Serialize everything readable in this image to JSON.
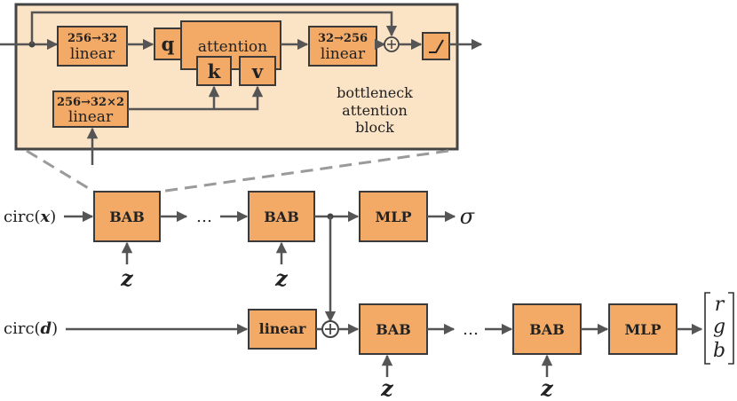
{
  "inset": {
    "linear_in_dims": "256→32",
    "linear_in_label": "linear",
    "q_label": "q",
    "attention_label": "attention",
    "k_label": "k",
    "v_label": "v",
    "linear_out_dims": "32→256",
    "linear_out_label": "linear",
    "linear_z_dims": "256→32×2",
    "linear_z_label": "linear",
    "caption_line1": "bottleneck",
    "caption_line2": "attention",
    "caption_line3": "block",
    "plus_symbol": "⊕"
  },
  "row1": {
    "input_prefix": "circ(",
    "input_var": "x",
    "input_suffix": ")",
    "bab1": "BAB",
    "dots": "…",
    "bab2": "BAB",
    "mlp": "MLP",
    "output": "σ",
    "z1": "z",
    "z2": "z"
  },
  "row2": {
    "input_prefix": "circ(",
    "input_var": "d",
    "input_suffix": ")",
    "linear": "linear",
    "plus_symbol": "⊕",
    "bab1": "BAB",
    "dots": "…",
    "bab2": "BAB",
    "mlp": "MLP",
    "output_r": "r",
    "output_g": "g",
    "output_b": "b",
    "z1": "z",
    "z2": "z"
  }
}
